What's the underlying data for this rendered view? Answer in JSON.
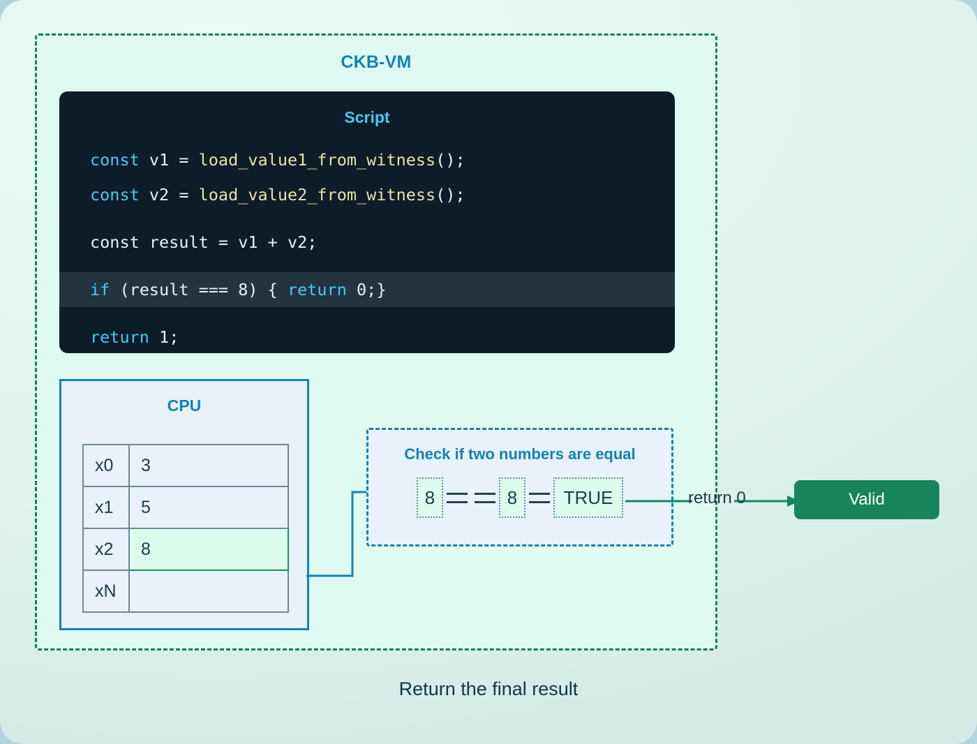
{
  "vm": {
    "title": "CKB-VM"
  },
  "script": {
    "title": "Script",
    "lines": [
      {
        "id": "l1",
        "highlight": false,
        "tokens": [
          {
            "t": "const ",
            "c": "kw"
          },
          {
            "t": "v1 = ",
            "c": "pl"
          },
          {
            "t": "load_value1_from_witness",
            "c": "fn"
          },
          {
            "t": "();",
            "c": "pl"
          }
        ]
      },
      {
        "id": "l2",
        "highlight": false,
        "tokens": [
          {
            "t": "const ",
            "c": "kw"
          },
          {
            "t": "v2 = ",
            "c": "pl"
          },
          {
            "t": "load_value2_from_witness",
            "c": "fn"
          },
          {
            "t": "();",
            "c": "pl"
          }
        ]
      },
      {
        "id": "l3",
        "blank": true,
        "highlight": false,
        "tokens": []
      },
      {
        "id": "l4",
        "highlight": false,
        "tokens": [
          {
            "t": "const result = v1 + v2;",
            "c": "pl"
          }
        ]
      },
      {
        "id": "l5",
        "blank": true,
        "highlight": false,
        "tokens": []
      },
      {
        "id": "l6",
        "highlight": true,
        "tokens": [
          {
            "t": "if ",
            "c": "kw"
          },
          {
            "t": "(result === 8) { ",
            "c": "pl"
          },
          {
            "t": "return ",
            "c": "kw"
          },
          {
            "t": "0;}",
            "c": "pl"
          }
        ]
      },
      {
        "id": "l7",
        "blank": true,
        "highlight": false,
        "tokens": []
      },
      {
        "id": "l8",
        "highlight": false,
        "tokens": [
          {
            "t": "return ",
            "c": "kw"
          },
          {
            "t": "1;",
            "c": "pl"
          }
        ]
      }
    ]
  },
  "cpu": {
    "title": "CPU",
    "registers": [
      {
        "name": "x0",
        "value": "3",
        "active": false
      },
      {
        "name": "x1",
        "value": "5",
        "active": false
      },
      {
        "name": "x2",
        "value": "8",
        "active": true
      },
      {
        "name": "xN",
        "value": "",
        "active": false
      }
    ]
  },
  "check": {
    "title": "Check if two numbers are equal",
    "left_value": "8",
    "right_value": "8",
    "result_value": "TRUE"
  },
  "flow": {
    "return_label": "return 0",
    "valid_label": "Valid"
  },
  "caption": "Return the final result",
  "colors": {
    "accent_blue": "#1183b4",
    "script_title": "#49c8f5",
    "code_bg": "#0c1c28",
    "code_highlight_bg": "#23333f",
    "keyword": "#49c8f5",
    "function": "#e8e3a8",
    "plain": "#e9f2f6",
    "vm_border": "#16814f",
    "vm_fill": "#dffaf0",
    "panel_fill": "#e7f2fd",
    "active_fill": "#dcfbec",
    "active_border": "#17935d",
    "table_border": "#6b8896",
    "valid_green": "#17855c",
    "text_dark": "#1d3a4a",
    "page_bg": "#b3d4de"
  }
}
